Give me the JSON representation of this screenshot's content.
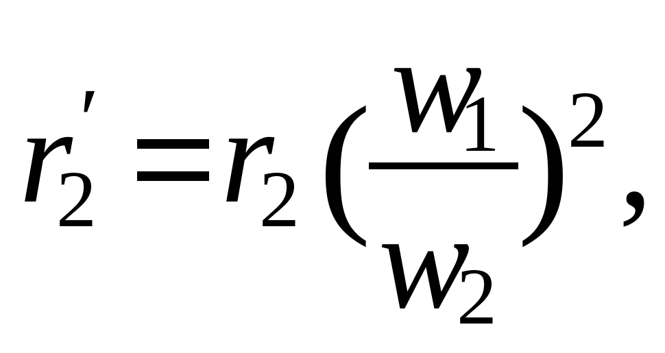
{
  "formula": {
    "lhs_var": "r",
    "lhs_sub": "2",
    "prime": "′",
    "equals": "=",
    "rhs_var": "r",
    "rhs_sub": "2",
    "lparen": "(",
    "num_var": "w",
    "num_sub": "1",
    "den_var": "w",
    "den_sub": "2",
    "rparen": ")",
    "exponent": "2",
    "comma": ","
  },
  "colors": {
    "text": "#000000",
    "background": "#ffffff"
  }
}
